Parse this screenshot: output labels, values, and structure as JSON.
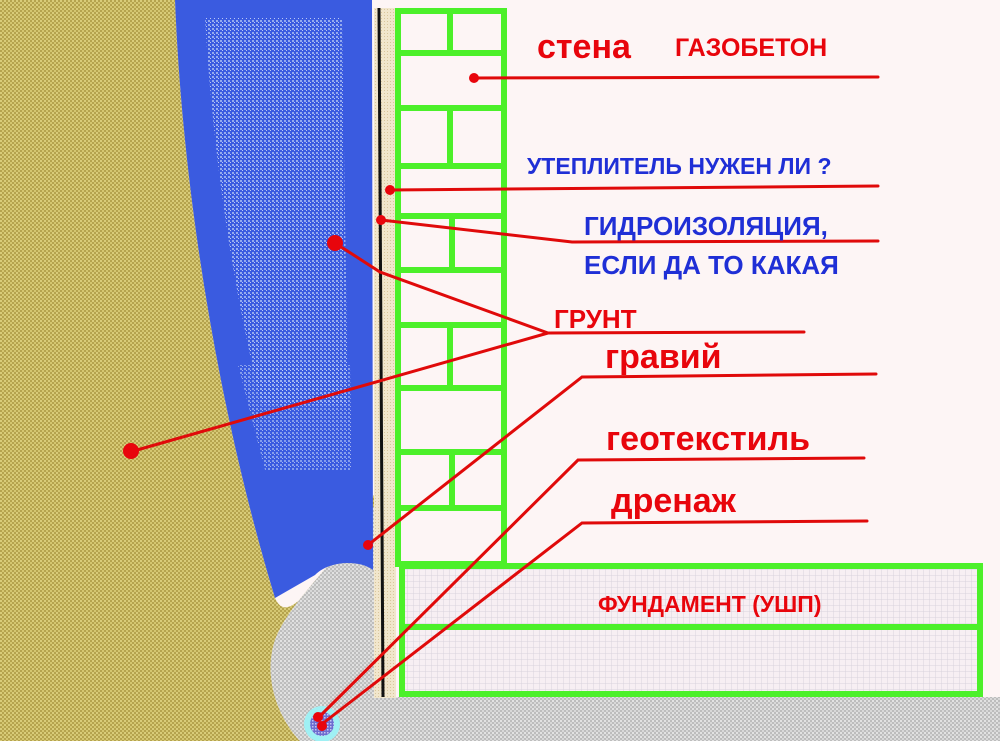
{
  "diagram": {
    "type": "foundation-cross-section",
    "colors": {
      "background": "#fdf5f5",
      "soil": "#b9a955",
      "waterproof_blue": "#3a5be0",
      "gravel": "#c9c9c9",
      "wall_outline": "#4cf02a",
      "leader_lines": "#e00a0a",
      "label_red": "#e8050c",
      "label_blue": "#1f2fd6",
      "insulation_strip": "#efe2c6",
      "drain_ring": "#8fe8ee",
      "drain_core": "#6060c8"
    },
    "labels": {
      "wall": "стена",
      "wall_material": "ГАЗОБЕТОН",
      "insulation_question": "УТЕПЛИТЕЛЬ НУЖЕН ЛИ ?",
      "waterproofing_line1": "ГИДРОИЗОЛЯЦИЯ,",
      "waterproofing_line2": "ЕСЛИ ДА ТО КАКАЯ",
      "soil": "ГРУНТ",
      "gravel": "гравий",
      "geotextile": "геотекстиль",
      "drainage": "дренаж",
      "foundation": "ФУНДАМЕНТ (УШП)"
    }
  }
}
